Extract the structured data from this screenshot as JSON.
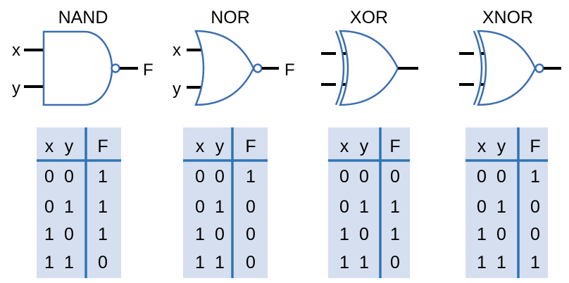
{
  "gates": [
    {
      "id": "nand",
      "title": "NAND",
      "inputs": [
        "x",
        "y"
      ],
      "output": "F",
      "headers": [
        "x",
        "y",
        "F"
      ],
      "rows": [
        [
          "0",
          "0",
          "1"
        ],
        [
          "0",
          "1",
          "1"
        ],
        [
          "1",
          "0",
          "1"
        ],
        [
          "1",
          "1",
          "0"
        ]
      ]
    },
    {
      "id": "nor",
      "title": "NOR",
      "inputs": [
        "x",
        "y"
      ],
      "output": "F",
      "headers": [
        "x",
        "y",
        "F"
      ],
      "rows": [
        [
          "0",
          "0",
          "1"
        ],
        [
          "0",
          "1",
          "0"
        ],
        [
          "1",
          "0",
          "0"
        ],
        [
          "1",
          "1",
          "0"
        ]
      ]
    },
    {
      "id": "xor",
      "title": "XOR",
      "headers": [
        "x",
        "y",
        "F"
      ],
      "rows": [
        [
          "0",
          "0",
          "0"
        ],
        [
          "0",
          "1",
          "1"
        ],
        [
          "1",
          "0",
          "1"
        ],
        [
          "1",
          "1",
          "0"
        ]
      ]
    },
    {
      "id": "xnor",
      "title": "XNOR",
      "headers": [
        "x",
        "y",
        "F"
      ],
      "rows": [
        [
          "0",
          "0",
          "1"
        ],
        [
          "0",
          "1",
          "0"
        ],
        [
          "1",
          "0",
          "0"
        ],
        [
          "1",
          "1",
          "1"
        ]
      ]
    }
  ],
  "colors": {
    "gate_outline": "#3b6fb0",
    "table_background": "#d6dff0",
    "table_rule": "#2e75b6",
    "wire": "#000000"
  }
}
